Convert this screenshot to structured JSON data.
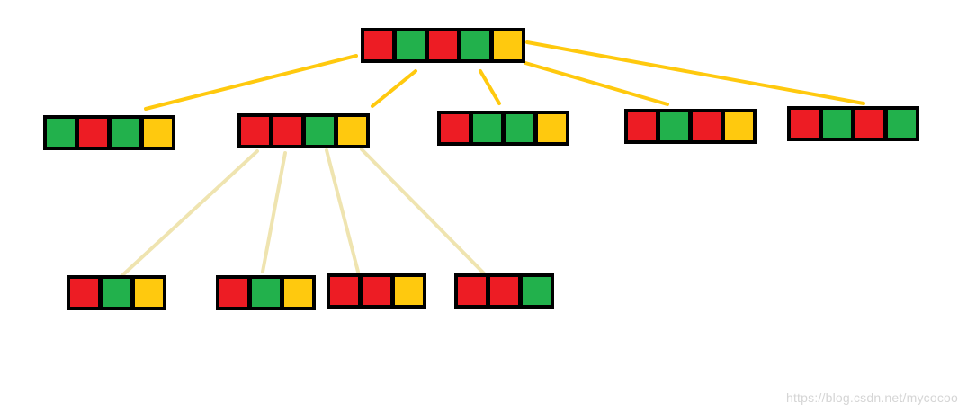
{
  "colors": {
    "R": "#ed1c24",
    "G": "#22b14c",
    "Y": "#ffc90e",
    "border": "#000000",
    "edge_primary": "#ffc90e",
    "edge_secondary": "#efe4b0"
  },
  "tree": {
    "root": {
      "id": "root",
      "cells": [
        "R",
        "G",
        "R",
        "G",
        "Y"
      ]
    },
    "level1": [
      {
        "id": "l1-1",
        "cells": [
          "G",
          "R",
          "G",
          "Y"
        ]
      },
      {
        "id": "l1-2",
        "cells": [
          "R",
          "R",
          "G",
          "Y"
        ]
      },
      {
        "id": "l1-3",
        "cells": [
          "R",
          "G",
          "G",
          "Y"
        ]
      },
      {
        "id": "l1-4",
        "cells": [
          "R",
          "G",
          "R",
          "Y"
        ]
      },
      {
        "id": "l1-5",
        "cells": [
          "R",
          "G",
          "R",
          "G"
        ]
      }
    ],
    "level2": [
      {
        "id": "l2-1",
        "parent": "l1-2",
        "cells": [
          "R",
          "G",
          "Y"
        ]
      },
      {
        "id": "l2-2",
        "parent": "l1-2",
        "cells": [
          "R",
          "G",
          "Y"
        ]
      },
      {
        "id": "l2-3",
        "parent": "l1-2",
        "cells": [
          "R",
          "R",
          "Y"
        ]
      },
      {
        "id": "l2-4",
        "parent": "l1-2",
        "cells": [
          "R",
          "R",
          "G"
        ]
      }
    ]
  },
  "watermark": "https://blog.csdn.net/mycocoo"
}
